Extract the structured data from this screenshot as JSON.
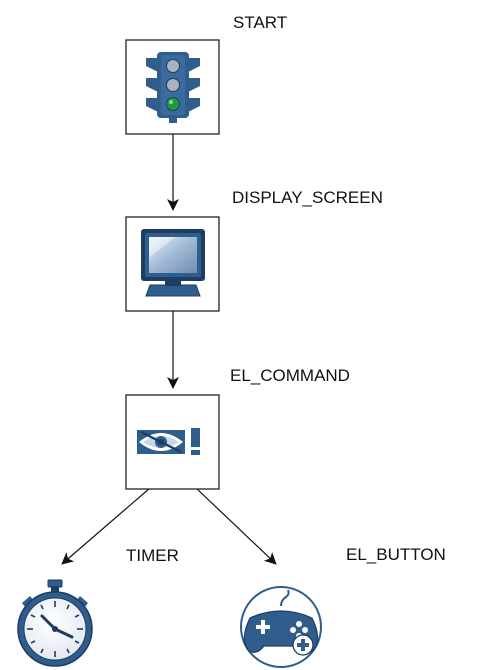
{
  "nodes": {
    "start": {
      "label": "START",
      "icon": "traffic-light-icon"
    },
    "display_screen": {
      "label": "DISPLAY_SCREEN",
      "icon": "monitor-icon"
    },
    "el_command": {
      "label": "EL_COMMAND",
      "icon": "eye-exclamation-icon"
    },
    "timer": {
      "label": "TIMER",
      "icon": "stopwatch-icon"
    },
    "el_button": {
      "label": "EL_BUTTON",
      "icon": "gamepad-icon"
    }
  },
  "edges": [
    {
      "from": "START",
      "to": "DISPLAY_SCREEN"
    },
    {
      "from": "DISPLAY_SCREEN",
      "to": "EL_COMMAND"
    },
    {
      "from": "EL_COMMAND",
      "to": "TIMER"
    },
    {
      "from": "EL_COMMAND",
      "to": "EL_BUTTON"
    }
  ],
  "colors": {
    "icon_blue": "#2f5d8c",
    "dark_navy": "#1e3c64",
    "light_blue": "#c7d8ea",
    "green_light": "#1f9a3a",
    "node_border": "#222222"
  }
}
